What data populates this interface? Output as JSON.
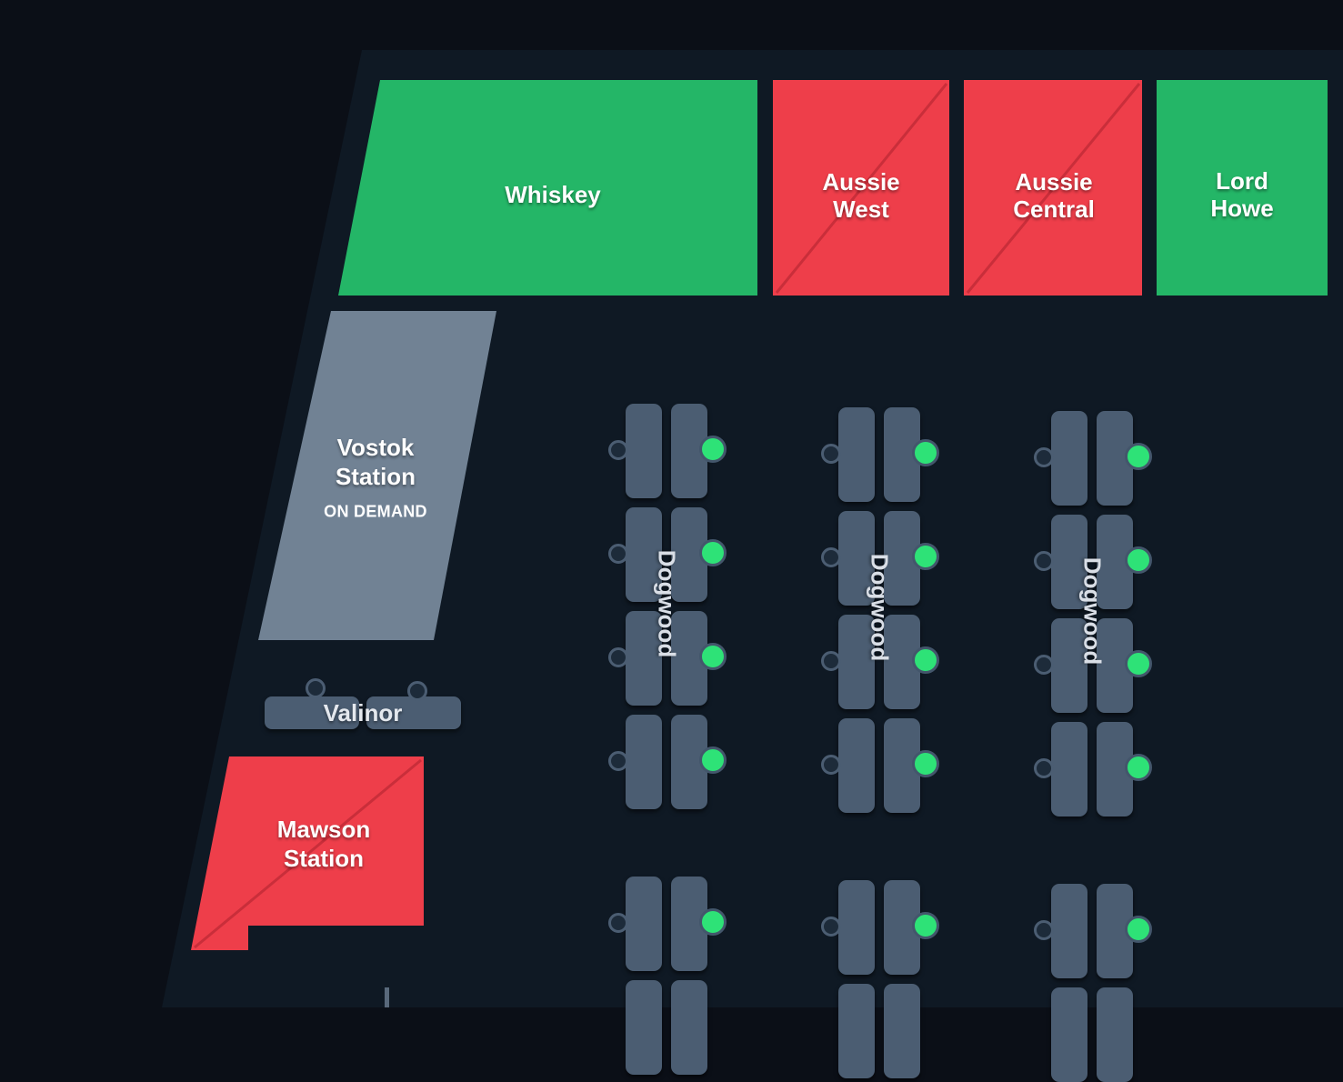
{
  "colors": {
    "available": "#24b667",
    "booked": "#ee3e4a",
    "on_demand": "#718294",
    "desk": "#4b5d72",
    "desk_available_dot": "#2ee277",
    "floor": "#0f1924",
    "background": "#0b0f17"
  },
  "rooms": {
    "whiskey": {
      "name": "Whiskey",
      "status": "available"
    },
    "aussie_west": {
      "name": "Aussie\nWest",
      "status": "booked"
    },
    "aussie_central": {
      "name": "Aussie\nCentral",
      "status": "booked"
    },
    "lord_howe": {
      "name": "Lord Howe",
      "status": "available"
    },
    "vostok": {
      "name": "Vostok\nStation",
      "badge": "ON DEMAND",
      "status": "on_demand"
    },
    "mawson": {
      "name": "Mawson\nStation",
      "status": "booked"
    }
  },
  "valinor": {
    "name": "Valinor"
  },
  "pods": [
    {
      "name": "Dogwood",
      "desk_status": [
        "available",
        "available",
        "available",
        "available",
        "available"
      ]
    },
    {
      "name": "Dogwood",
      "desk_status": [
        "available",
        "available",
        "available",
        "available",
        "available"
      ]
    },
    {
      "name": "Dogwood",
      "desk_status": [
        "available",
        "available",
        "available",
        "available",
        "available"
      ]
    }
  ]
}
